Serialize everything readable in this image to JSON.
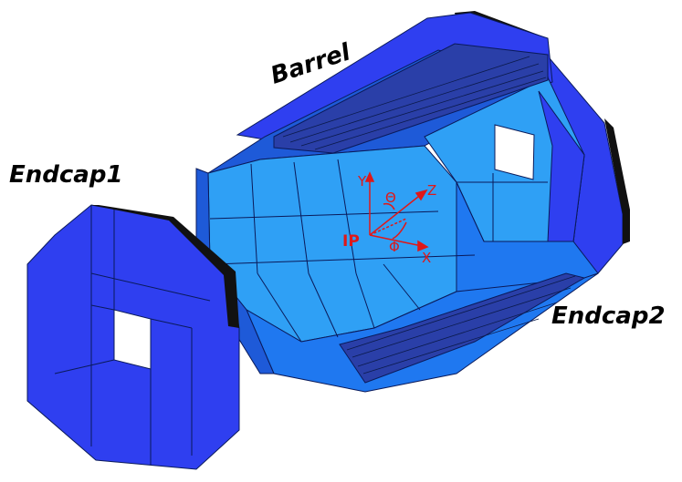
{
  "labels": {
    "barrel": "Barrel",
    "endcap1": "Endcap1",
    "endcap2": "Endcap2"
  },
  "axes": {
    "y": "Y",
    "z": "Z",
    "x": "X",
    "origin": "IP",
    "theta": "Θ",
    "phi": "Φ"
  },
  "colors": {
    "dark_blue": "#2f3ff0",
    "mid_blue": "#1f78f0",
    "light_blue": "#2fa0f5",
    "edge_black": "#000000",
    "axis_red": "#e01818"
  }
}
